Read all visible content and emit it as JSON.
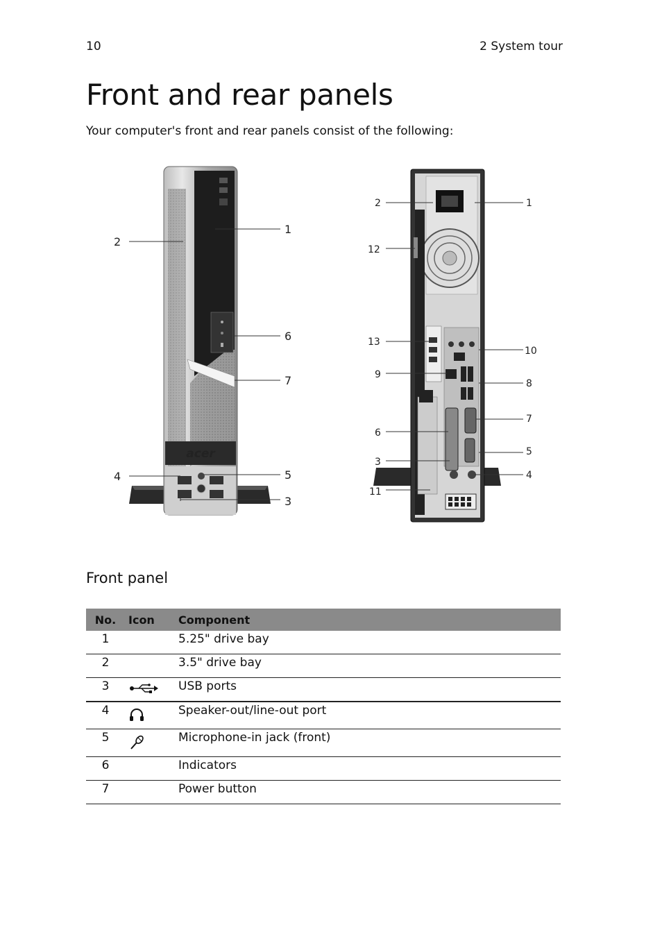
{
  "header": {
    "page_number": "10",
    "chapter": "2 System tour"
  },
  "title": "Front and rear panels",
  "intro": "Your computer's front and rear panels consist of the following:",
  "figure": {
    "front_brand": "acer",
    "front_callouts": [
      "1",
      "2",
      "3",
      "4",
      "5",
      "6",
      "7"
    ],
    "rear_callouts": [
      "1",
      "2",
      "3",
      "4",
      "5",
      "6",
      "7",
      "8",
      "9",
      "10",
      "11",
      "12",
      "13"
    ]
  },
  "section": {
    "title": "Front panel"
  },
  "table": {
    "headers": {
      "no": "No.",
      "icon": "Icon",
      "component": "Component"
    },
    "rows": [
      {
        "no": "1",
        "icon": "",
        "component": "5.25\" drive bay"
      },
      {
        "no": "2",
        "icon": "",
        "component": "3.5\" drive bay"
      },
      {
        "no": "3",
        "icon": "usb-icon",
        "component": "USB ports"
      },
      {
        "no": "4",
        "icon": "headphone-icon",
        "component": "Speaker-out/line-out port"
      },
      {
        "no": "5",
        "icon": "microphone-icon",
        "component": "Microphone-in jack (front)"
      },
      {
        "no": "6",
        "icon": "",
        "component": "Indicators"
      },
      {
        "no": "7",
        "icon": "",
        "component": "Power button"
      }
    ]
  }
}
